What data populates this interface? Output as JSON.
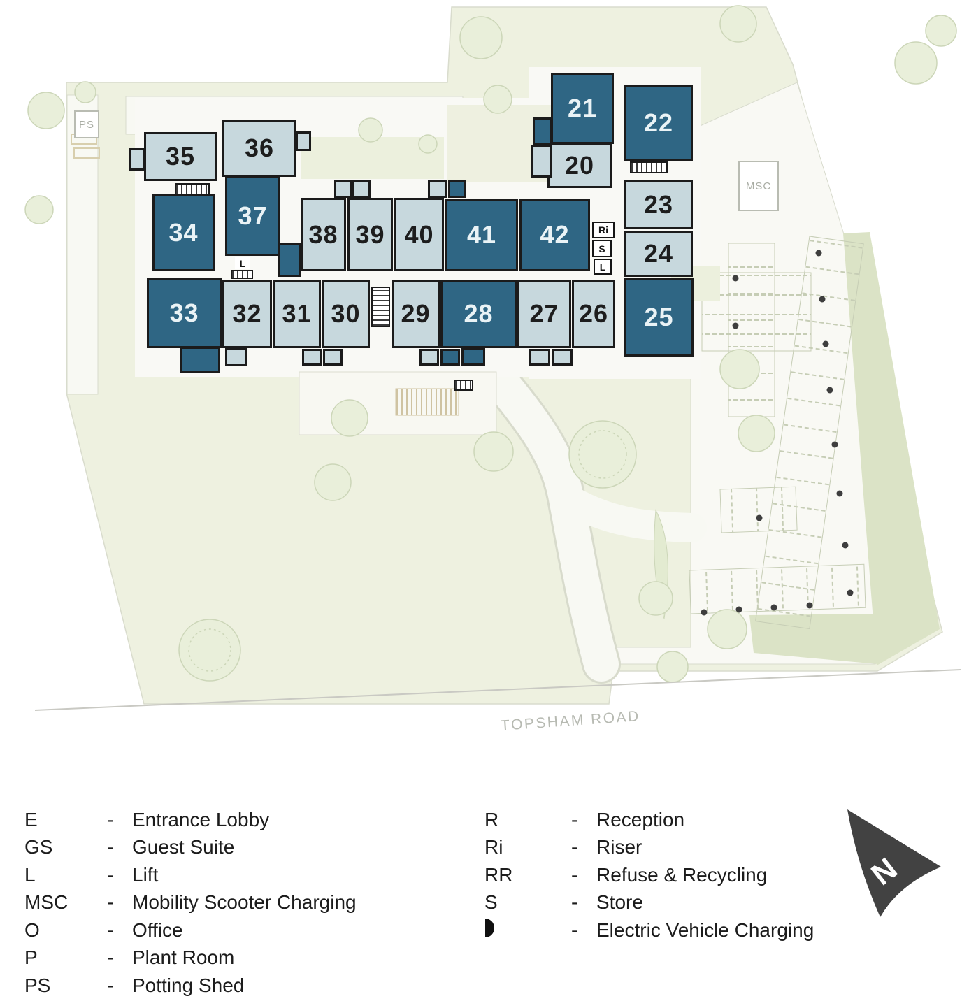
{
  "road": {
    "label": "TOPSHAM ROAD"
  },
  "compass": {
    "label": "N"
  },
  "palette": {
    "dark_unit": "#2f6684",
    "light_unit": "#c7d8dd",
    "wall_outline": "#1b1b1b",
    "site_green": "#eef1e0",
    "hedge_green": "#dbe3c6",
    "path_white": "#f8f9f3",
    "gray_text": "#a9ada4",
    "north_arrow": "#424242",
    "ev_dot": "#3e3e3e"
  },
  "plan": {
    "units": [
      {
        "label": "20",
        "shade": "light"
      },
      {
        "label": "21",
        "shade": "dark"
      },
      {
        "label": "22",
        "shade": "dark"
      },
      {
        "label": "23",
        "shade": "light"
      },
      {
        "label": "24",
        "shade": "light"
      },
      {
        "label": "25",
        "shade": "dark"
      },
      {
        "label": "26",
        "shade": "light"
      },
      {
        "label": "27",
        "shade": "light"
      },
      {
        "label": "28",
        "shade": "dark"
      },
      {
        "label": "29",
        "shade": "light"
      },
      {
        "label": "30",
        "shade": "light"
      },
      {
        "label": "31",
        "shade": "light"
      },
      {
        "label": "32",
        "shade": "light"
      },
      {
        "label": "33",
        "shade": "dark"
      },
      {
        "label": "34",
        "shade": "dark"
      },
      {
        "label": "35",
        "shade": "light"
      },
      {
        "label": "36",
        "shade": "light"
      },
      {
        "label": "37",
        "shade": "dark"
      },
      {
        "label": "38",
        "shade": "light"
      },
      {
        "label": "39",
        "shade": "light"
      },
      {
        "label": "40",
        "shade": "light"
      },
      {
        "label": "41",
        "shade": "dark"
      },
      {
        "label": "42",
        "shade": "dark"
      }
    ],
    "facilities": {
      "potting_shed": "PS",
      "mobility_scooter_charging": "MSC",
      "riser": "Ri",
      "store": "S",
      "lift": "L",
      "lift_2": "L"
    }
  },
  "legend": {
    "separator": "-",
    "left": [
      {
        "key": "E",
        "desc": "Entrance Lobby"
      },
      {
        "key": "GS",
        "desc": "Guest Suite"
      },
      {
        "key": "L",
        "desc": "Lift"
      },
      {
        "key": "MSC",
        "desc": "Mobility Scooter Charging"
      },
      {
        "key": "O",
        "desc": "Office"
      },
      {
        "key": "P",
        "desc": "Plant Room"
      },
      {
        "key": "PS",
        "desc": "Potting Shed"
      }
    ],
    "right": [
      {
        "key": "R",
        "desc": "Reception"
      },
      {
        "key": "Ri",
        "desc": "Riser"
      },
      {
        "key": "RR",
        "desc": "Refuse & Recycling"
      },
      {
        "key": "S",
        "desc": "Store"
      },
      {
        "icon": "ev-charging-icon",
        "desc": "Electric Vehicle Charging"
      }
    ]
  }
}
